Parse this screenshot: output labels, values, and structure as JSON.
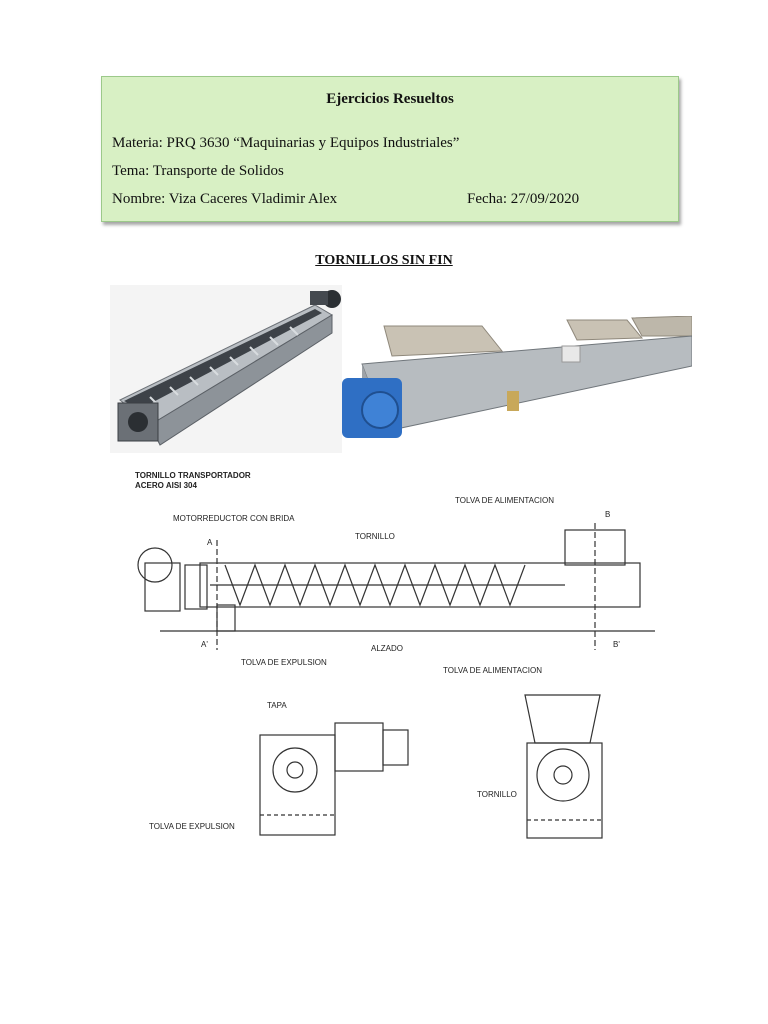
{
  "header": {
    "title": "Ejercicios Resueltos",
    "materia": "Materia: PRQ 3630 “Maquinarias y Equipos Industriales”",
    "tema": "Tema: Transporte de Solidos",
    "nombre": "Nombre: Viza Caceres Vladimir Alex",
    "fecha": "Fecha: 27/09/2020"
  },
  "section": {
    "title": "TORNILLOS SIN FIN"
  },
  "drawing": {
    "title_line1": "TORNILLO TRANSPORTADOR",
    "title_line2": "ACERO AISI 304",
    "motor": "MOTORREDUCTOR CON BRIDA",
    "tornillo": "TORNILLO",
    "tolva_alim": "TOLVA DE ALIMENTACION",
    "tolva_alim2": "TOLVA DE ALIMENTACION",
    "tolva_exp": "TOLVA DE EXPULSION",
    "tolva_exp2": "TOLVA DE EXPULSION",
    "alzado": "ALZADO",
    "tapa": "TAPA",
    "tornillo2": "TORNILLO",
    "label_a": "A",
    "label_a2": "A'",
    "label_b": "B",
    "label_b2": "B'"
  }
}
